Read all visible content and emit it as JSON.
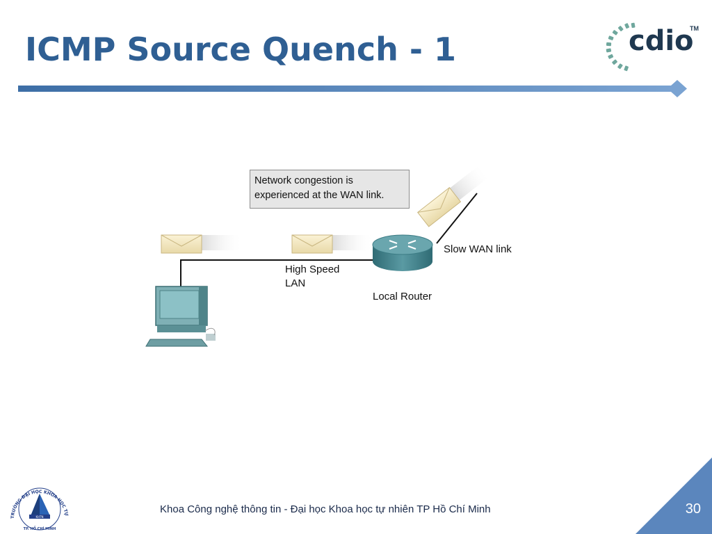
{
  "slide": {
    "title": "ICMP Source Quench - 1",
    "page_number": "30",
    "footer": "Khoa Công nghệ thông tin - Đại học Khoa học tự nhiên TP Hồ Chí Minh"
  },
  "logo": {
    "text": "cdio",
    "tm": "TM"
  },
  "diagram": {
    "callout_line1": "Network congestion is",
    "callout_line2": "experienced at the WAN link.",
    "lan_label_line1": "High Speed",
    "lan_label_line2": "LAN",
    "router_label": "Local Router",
    "wan_label": "Slow WAN link"
  },
  "seal": {
    "arc_text": "TRƯỜNG ĐẠI HỌC KHOA HỌC TỰ NHIÊN",
    "bottom_text": "TP. HỒ CHÍ MINH",
    "center_text": "KHTN"
  },
  "colors": {
    "title": "#2f5f93",
    "accent_bar": "#4f7fb5",
    "corner": "#5b86bd",
    "router": "#4a8a93",
    "computer": "#6e9ea3"
  }
}
